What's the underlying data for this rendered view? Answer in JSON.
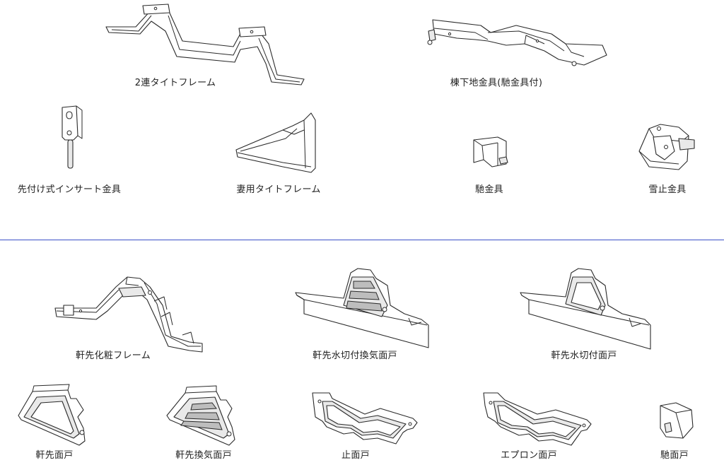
{
  "top_items": [
    {
      "label": "2連タイトフレーム"
    },
    {
      "label": "棟下地金具(馳金具付)"
    },
    {
      "label": "先付け式インサート金具"
    },
    {
      "label": "妻用タイトフレーム"
    },
    {
      "label": "馳金具"
    },
    {
      "label": "雪止金具"
    }
  ],
  "bottom_items": [
    {
      "label": "軒先化粧フレーム"
    },
    {
      "label": "軒先水切付換気面戸"
    },
    {
      "label": "軒先水切付面戸"
    },
    {
      "label": "軒先面戸"
    },
    {
      "label": "軒先換気面戸"
    },
    {
      "label": "止面戸"
    },
    {
      "label": "エプロン面戸"
    },
    {
      "label": "馳面戸"
    }
  ],
  "colors": {
    "separator": "#3a4fc8",
    "line": "#2a2a2a"
  }
}
